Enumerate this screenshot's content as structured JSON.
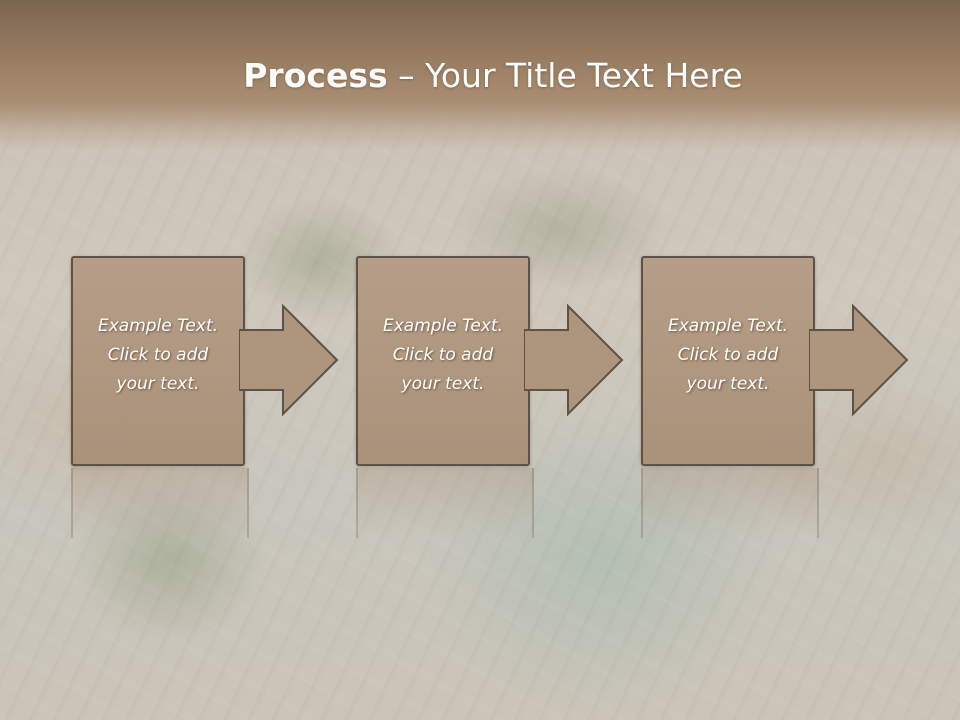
{
  "slide": {
    "title_bold": "Process",
    "title_rest": " – Your Title Text Here",
    "steps": [
      {
        "text": "Example Text.\nClick  to add\nyour text."
      },
      {
        "text": "Example Text.\nClick  to add\nyour text."
      },
      {
        "text": "Example Text.\nClick  to add\nyour text."
      }
    ]
  },
  "colors": {
    "header_band": "#957a5f",
    "box_fill": "#b59e87",
    "box_border": "#5f5143",
    "text": "#ffffff"
  },
  "icons": [
    "right-arrow-icon"
  ]
}
